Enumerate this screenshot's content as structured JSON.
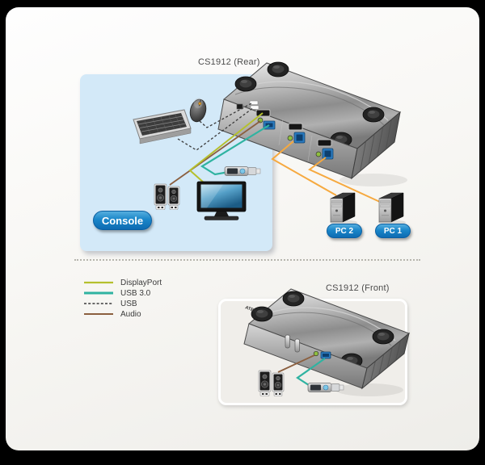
{
  "window": {
    "background": "#000000"
  },
  "sections": {
    "rear": {
      "title": "CS1912 (Rear)",
      "console_badge": "Console",
      "pc_badges": [
        "PC 2",
        "PC 1"
      ]
    },
    "front": {
      "title": "CS1912 (Front)",
      "device_logo": "ATEN"
    }
  },
  "legend": {
    "items": [
      {
        "label": "DisplayPort",
        "color": "#b5c02e",
        "line_style": "solid"
      },
      {
        "label": "USB 3.0",
        "color": "#2fb3a1",
        "line_style": "solid"
      },
      {
        "label": "USB",
        "color": "#3a3a3a",
        "line_style": "dashed"
      },
      {
        "label": "Audio",
        "color": "#8b5f3f",
        "line_style": "solid"
      }
    ]
  },
  "colors": {
    "pc_cable_orange": "#f6a93f",
    "badge_blue": "#1b82c4",
    "console_panel_blue": "#d3e9f8",
    "front_panel_gray": "#f0eeea",
    "audio_jack_green": "#8fbe3f",
    "usb3_port_blue": "#2a7bc0"
  },
  "icons": [
    "keyboard-icon",
    "mouse-icon",
    "speakers-icon",
    "monitor-icon",
    "usb-flash-drive-icon",
    "pc-tower-icon",
    "kvm-switch-icon"
  ]
}
